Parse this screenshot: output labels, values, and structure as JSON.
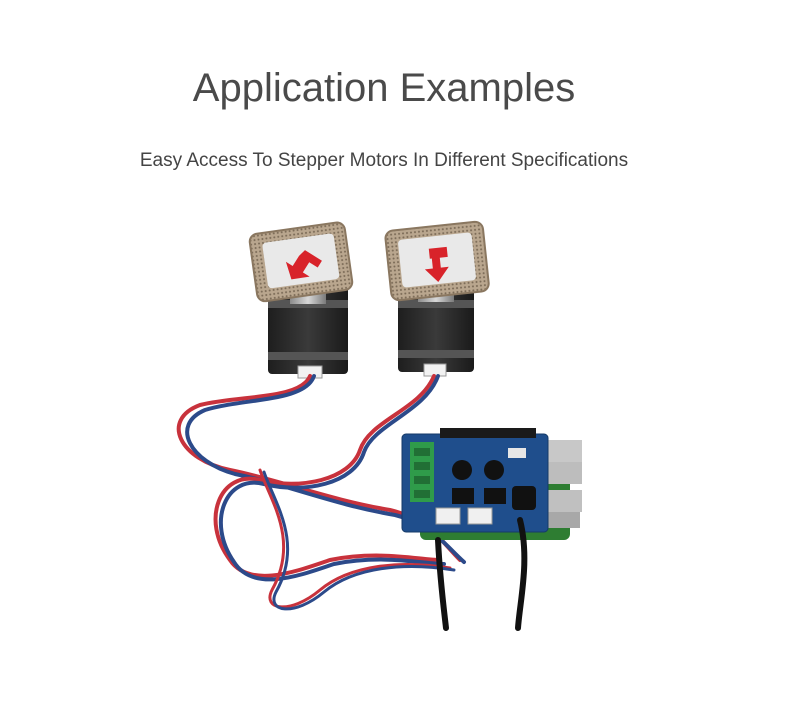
{
  "header": {
    "title": "Application Examples",
    "subtitle": "Easy Access To Stepper Motors In Different Specifications"
  },
  "image": {
    "subject": "stepper-motors-with-driver-hat",
    "colors": {
      "board": "#1f4e8c",
      "terminal": "#2f9b4a",
      "motor_body": "#2b2b2b",
      "cable_red": "#c8323c",
      "cable_blue": "#2c4a8a",
      "pcb_green": "#2e7d32",
      "arrow": "#d8232a"
    }
  }
}
